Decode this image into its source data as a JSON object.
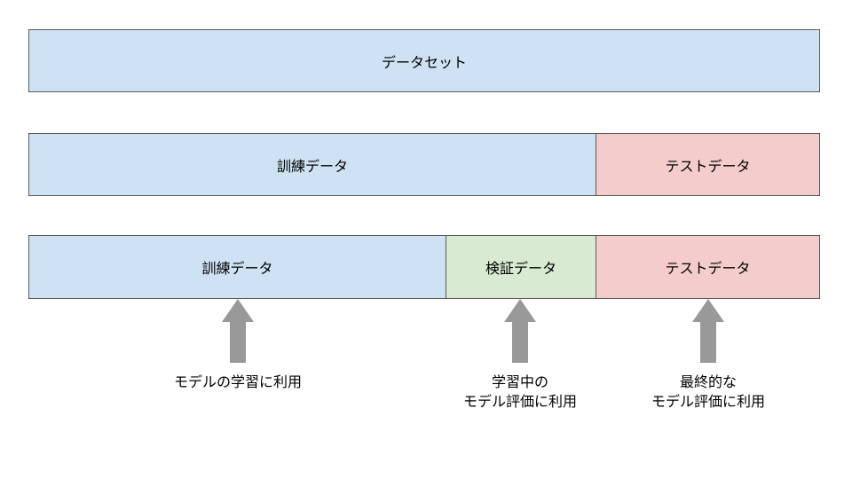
{
  "row1": {
    "dataset": "データセット"
  },
  "row2": {
    "train": "訓練データ",
    "test": "テストデータ"
  },
  "row3": {
    "train": "訓練データ",
    "validation": "検証データ",
    "test": "テストデータ"
  },
  "captions": {
    "train": [
      "モデルの学習に利用"
    ],
    "validation": [
      "学習中の",
      "モデル評価に利用"
    ],
    "test": [
      "最終的な",
      "モデル評価に利用"
    ]
  },
  "colors": {
    "train": "#cfe2f3",
    "validation": "#d9ead3",
    "test": "#f4cccc",
    "arrow": "#999999",
    "border": "#595959"
  },
  "icons": {
    "arrow": "up-arrow-icon"
  }
}
